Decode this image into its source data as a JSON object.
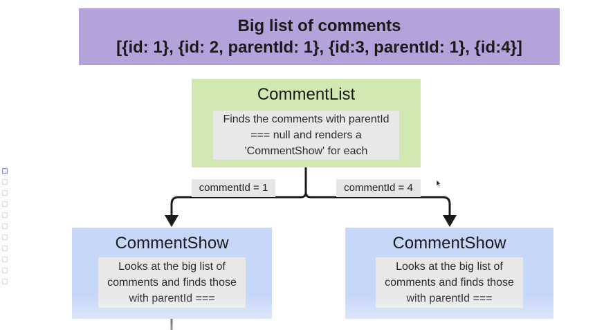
{
  "header": {
    "title": "Big list of comments",
    "subtitle": "[{id: 1}, {id: 2, parentId: 1}, {id:3, parentId: 1}, {id:4}]",
    "color": "#b4a3da"
  },
  "comment_list": {
    "title": "CommentList",
    "description": "Finds the comments with parentId === null and renders a 'CommentShow' for each",
    "color": "#d2e8b1"
  },
  "edges": [
    {
      "label": "commentId = 1"
    },
    {
      "label": "commentId = 4"
    }
  ],
  "comment_show_left": {
    "title": "CommentShow",
    "description": "Looks at the big list of comments and finds those with parentId ===",
    "color": "#c6d7f7"
  },
  "comment_show_right": {
    "title": "CommentShow",
    "description": "Looks at the big list of comments and finds those with parentId ===",
    "color": "#c6d7f7"
  },
  "toolbar": {
    "icons": [
      "cursor-icon",
      "sticky-note-icon",
      "text-icon",
      "note-icon",
      "shapes-icon",
      "pen-icon",
      "line-icon",
      "comment-icon",
      "frame-icon",
      "add-icon",
      "more-icon"
    ]
  }
}
